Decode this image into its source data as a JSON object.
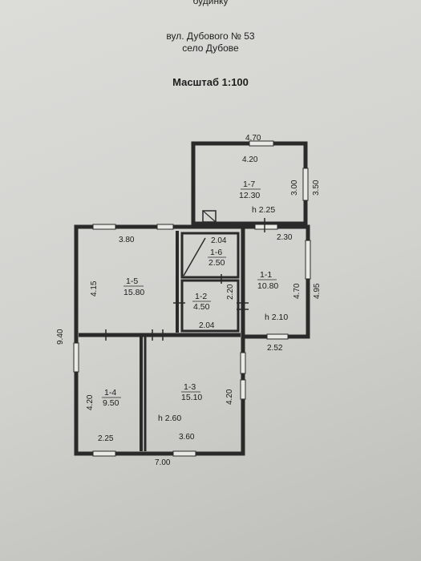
{
  "header": {
    "doc_title_fragment": "будинку",
    "address": "вул. Дубового № 53",
    "village": "село Дубове",
    "scale": "Масштаб 1:100"
  },
  "rooms": [
    {
      "id": "1-7",
      "area": "12.30",
      "height": "h 2.25"
    },
    {
      "id": "1-6",
      "area": "2.50"
    },
    {
      "id": "1-5",
      "area": "15.80"
    },
    {
      "id": "1-2",
      "area": "4.50"
    },
    {
      "id": "1-1",
      "area": "10.80",
      "height": "h 2.10"
    },
    {
      "id": "1-4",
      "area": "9.50"
    },
    {
      "id": "1-3",
      "area": "15.10",
      "height": "h 2.60"
    }
  ],
  "dimensions": {
    "r17_outer_width": "4.70",
    "r17_inner_width": "4.20",
    "r17_inner_depth": "3.00",
    "r17_outer_depth": "3.50",
    "r16_width": "2.04",
    "r15_width": "3.80",
    "r15_depth": "4.15",
    "r11_width": "2.30",
    "r11_depth": "4.70",
    "r11_outer_depth": "4.95",
    "r12_depth": "2.20",
    "r12_width": "2.04",
    "r11_outer_width": "2.52",
    "total_depth": "9.40",
    "r14_depth": "4.20",
    "r14_width": "2.25",
    "r13_width": "3.60",
    "r13_depth": "4.20",
    "total_width": "7.00"
  }
}
